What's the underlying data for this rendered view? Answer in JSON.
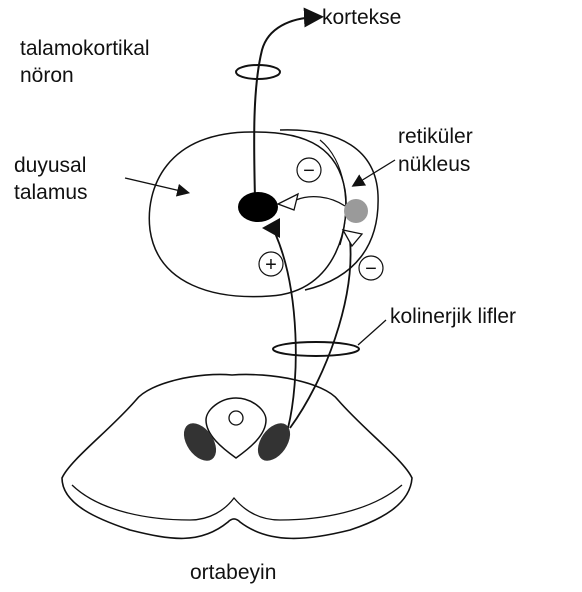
{
  "labels": {
    "kortekse": "kortekse",
    "talamokortikal_line1": "talamokortikal",
    "talamokortikal_line2": "nöron",
    "duyusal_line1": "duyusal",
    "duyusal_line2": "talamus",
    "retikuler_line1": "retiküler",
    "retikuler_line2": "nükleus",
    "kolinerjik": "kolinerjik lifler",
    "ortabeyin": "ortabeyin"
  },
  "symbols": {
    "minus_top": "−",
    "minus_right": "−",
    "plus": "+"
  },
  "colors": {
    "stroke": "#111111",
    "thalamocortical_neuron": "#000000",
    "reticular_neuron": "#9a9a9a",
    "cholinergic_nuclei": "#333333"
  }
}
